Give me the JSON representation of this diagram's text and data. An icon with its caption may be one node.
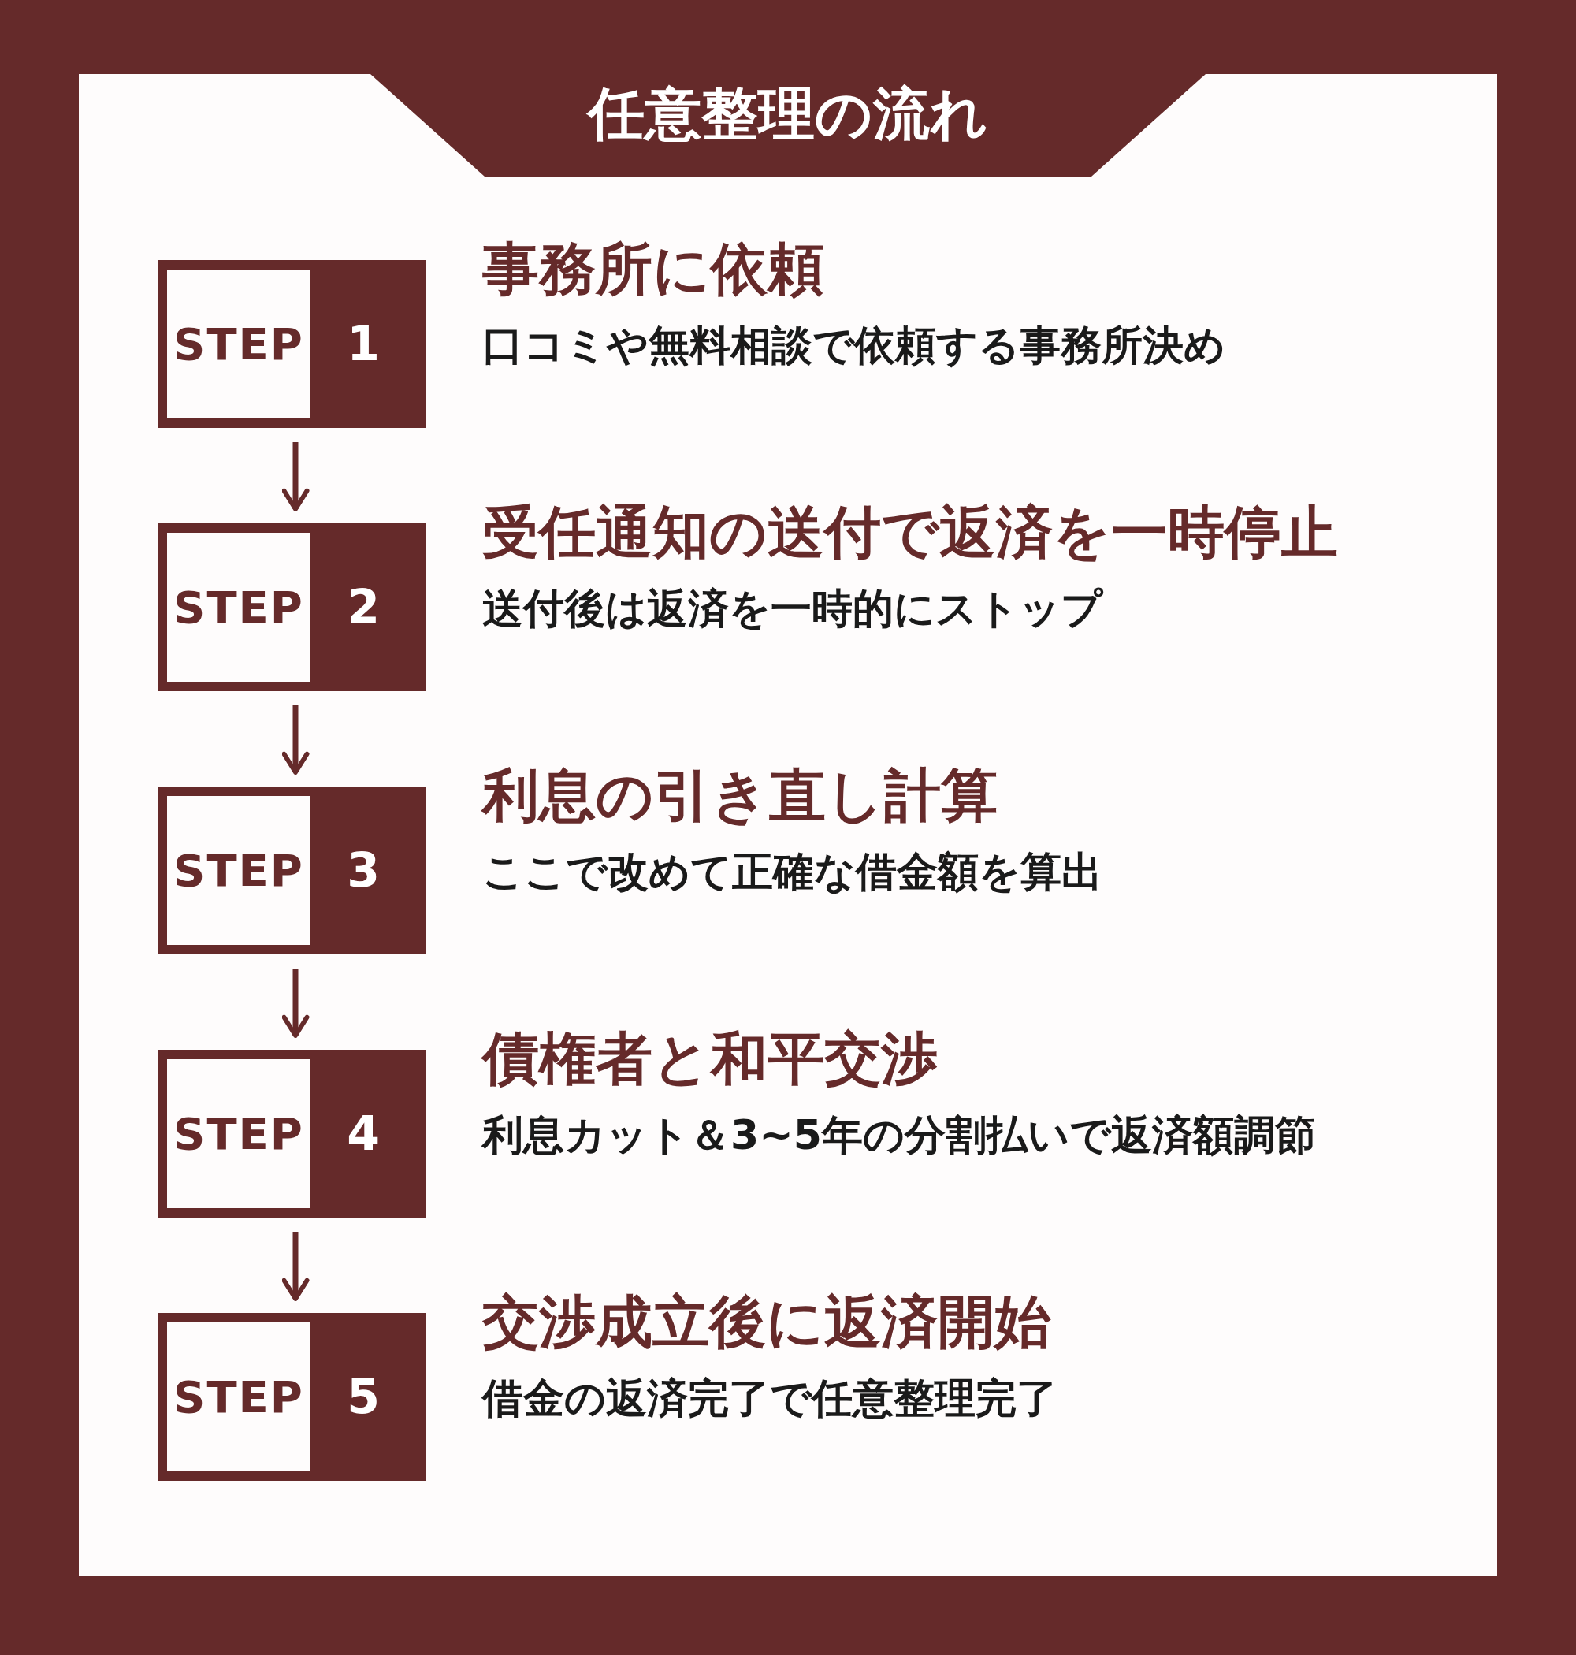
{
  "diagram": {
    "title": "任意整理の流れ",
    "nodes": [
      {
        "text": [
          "STEP",
          "1"
        ],
        "beside": [
          "事務所に依頼",
          "口コミや無料相談で依頼する事務所決め"
        ]
      },
      {
        "text": [
          "STEP",
          "2"
        ],
        "beside": [
          "受任通知の送付で返済を一時停止",
          "送付後は返済を一時的にストップ"
        ]
      },
      {
        "text": [
          "STEP",
          "3"
        ],
        "beside": [
          "利息の引き直し計算",
          "ここで改めて正確な借金額を算出"
        ]
      },
      {
        "text": [
          "STEP",
          "4"
        ],
        "beside": [
          "債権者と和平交渉",
          "利息カット＆3~5年の分割払いで返済額調節"
        ]
      },
      {
        "text": [
          "STEP",
          "5"
        ],
        "beside": [
          "交渉成立後に返済開始",
          "借金の返済完了で任意整理完了"
        ]
      }
    ],
    "edges": [
      {
        "from": 0,
        "to": 1,
        "arrow": "to"
      },
      {
        "from": 1,
        "to": 2,
        "arrow": "to"
      },
      {
        "from": 2,
        "to": 3,
        "arrow": "to"
      },
      {
        "from": 3,
        "to": 4,
        "arrow": "to"
      }
    ]
  }
}
